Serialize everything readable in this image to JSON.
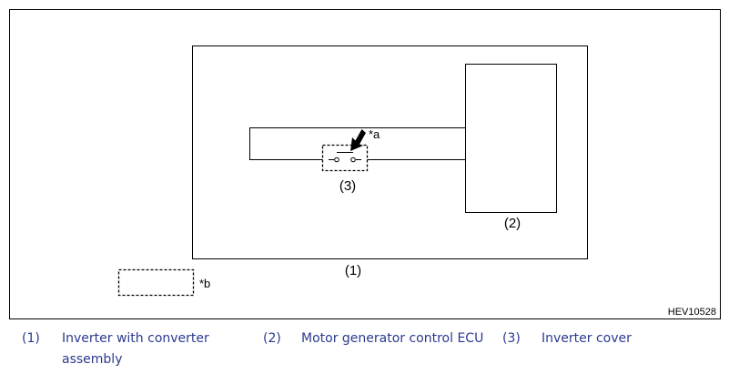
{
  "figure": {
    "callouts": {
      "inverter_assembly": "(1)",
      "motor_generator_ecu": "(2)",
      "inverter_cover": "(3)"
    },
    "marks": {
      "a": "*a",
      "b": "*b"
    },
    "figure_code": "HEV10528"
  },
  "legend": [
    {
      "num": "(1)",
      "text": "Inverter with converter",
      "text_line2": "assembly"
    },
    {
      "num": "(2)",
      "text": "Motor generator control ECU"
    },
    {
      "num": "(3)",
      "text": "Inverter cover"
    }
  ]
}
